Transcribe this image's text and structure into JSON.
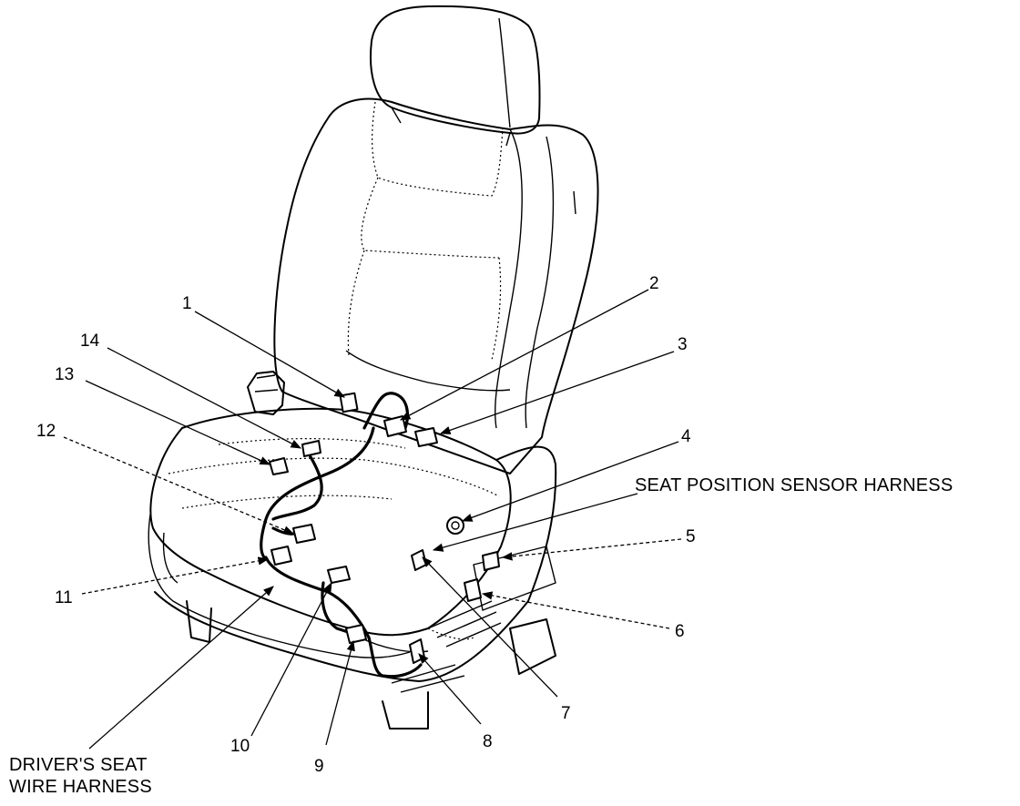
{
  "labels": {
    "n1": "1",
    "n2": "2",
    "n3": "3",
    "n4": "4",
    "n5": "5",
    "n6": "6",
    "n7": "7",
    "n8": "8",
    "n9": "9",
    "n10": "10",
    "n11": "11",
    "n12": "12",
    "n13": "13",
    "n14": "14",
    "seat_position_sensor_harness": "SEAT POSITION SENSOR HARNESS",
    "drivers_seat_line1": "DRIVER'S SEAT",
    "drivers_seat_line2": "WIRE HARNESS"
  }
}
